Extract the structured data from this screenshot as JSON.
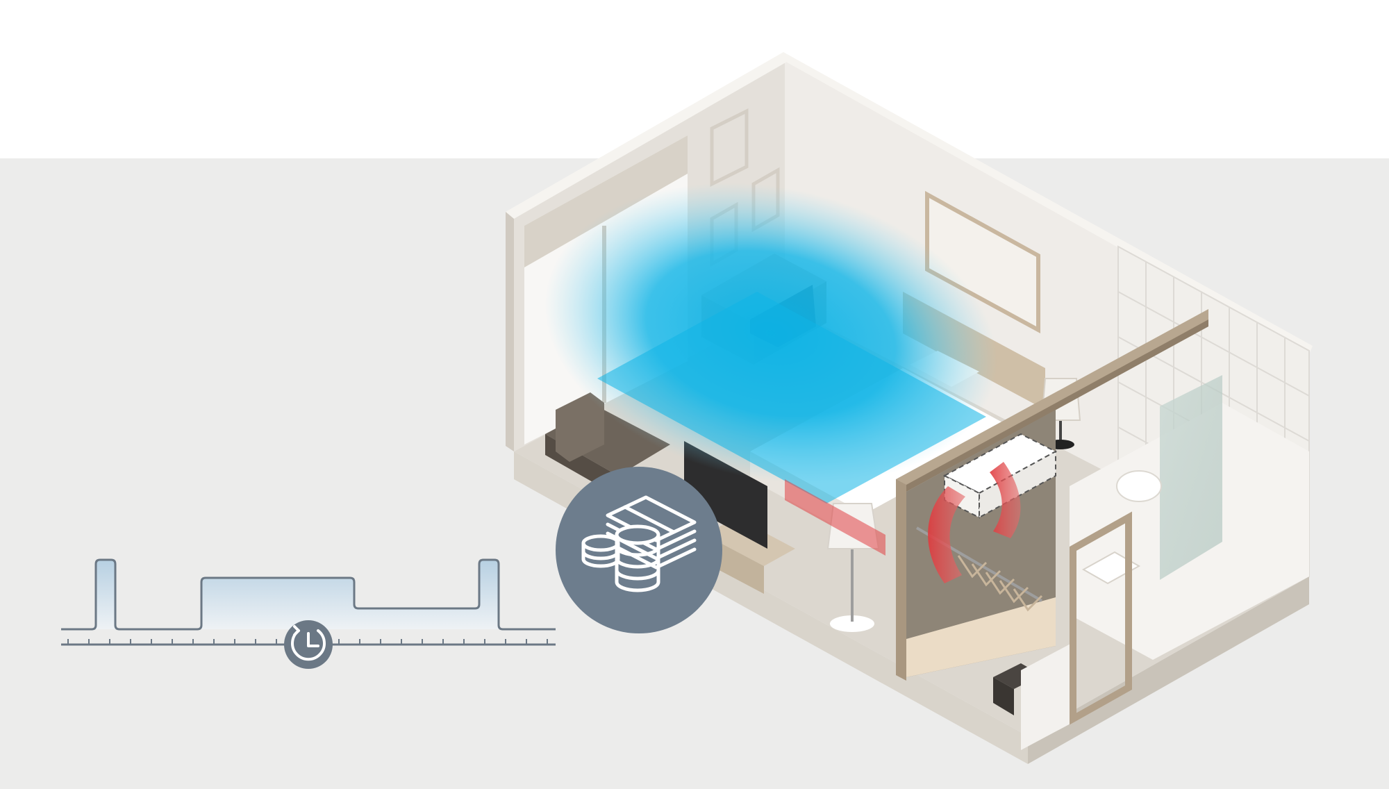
{
  "colors": {
    "background_top": "#ffffff",
    "background_band": "#ececeb",
    "wall": "#e9e6e1",
    "wall_shadow": "#d6d1c9",
    "floor": "#dcd7cf",
    "wood": "#b7a58c",
    "dark_wood": "#5e574f",
    "cool_air": "#18b7e6",
    "warm_air": "#e0383c",
    "badge": "#6d7d8d",
    "timeline_line": "#6b7885",
    "timeline_fill": "#b9d2e4"
  },
  "icons": {
    "cost_badge": "money-stack-coins-icon",
    "timeline_marker": "clock-cycle-icon"
  },
  "timeline": {
    "profile": "occupancy-schedule-step",
    "levels": [
      "low",
      "peak",
      "low",
      "medium",
      "mid-low",
      "peak",
      "low"
    ]
  }
}
